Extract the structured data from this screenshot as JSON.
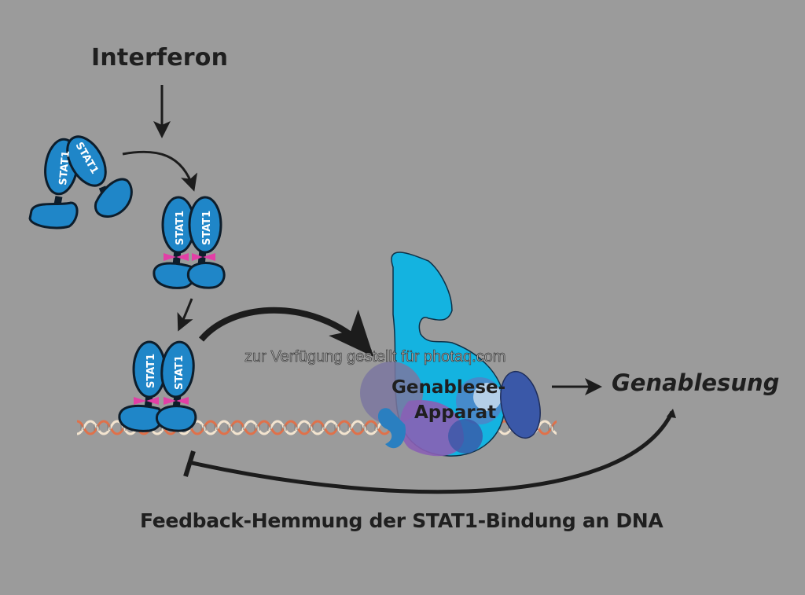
{
  "diagram": {
    "title": "Interferon",
    "protein_label": "STAT1",
    "machine_label_line1": "Genablese-",
    "machine_label_line2": "Apparat",
    "output_label": "Genablesung",
    "feedback_label": "Feedback-Hemmung der STAT1-Bindung an DNA",
    "watermark": "zur Verfügung gestellt für photaq.com"
  },
  "colors": {
    "background": "#9b9b9b",
    "stat1_blue": "#1f86c8",
    "outline": "#0d1d2b",
    "phosphate_magenta": "#e23fa6",
    "dna_orange": "#e0714a",
    "dna_cream": "#f3e4cf",
    "machine_cyan": "#14b3e0",
    "machine_purple": "#8a5fb5",
    "machine_navy": "#3a58a8",
    "arrow": "#1c1c1c"
  }
}
